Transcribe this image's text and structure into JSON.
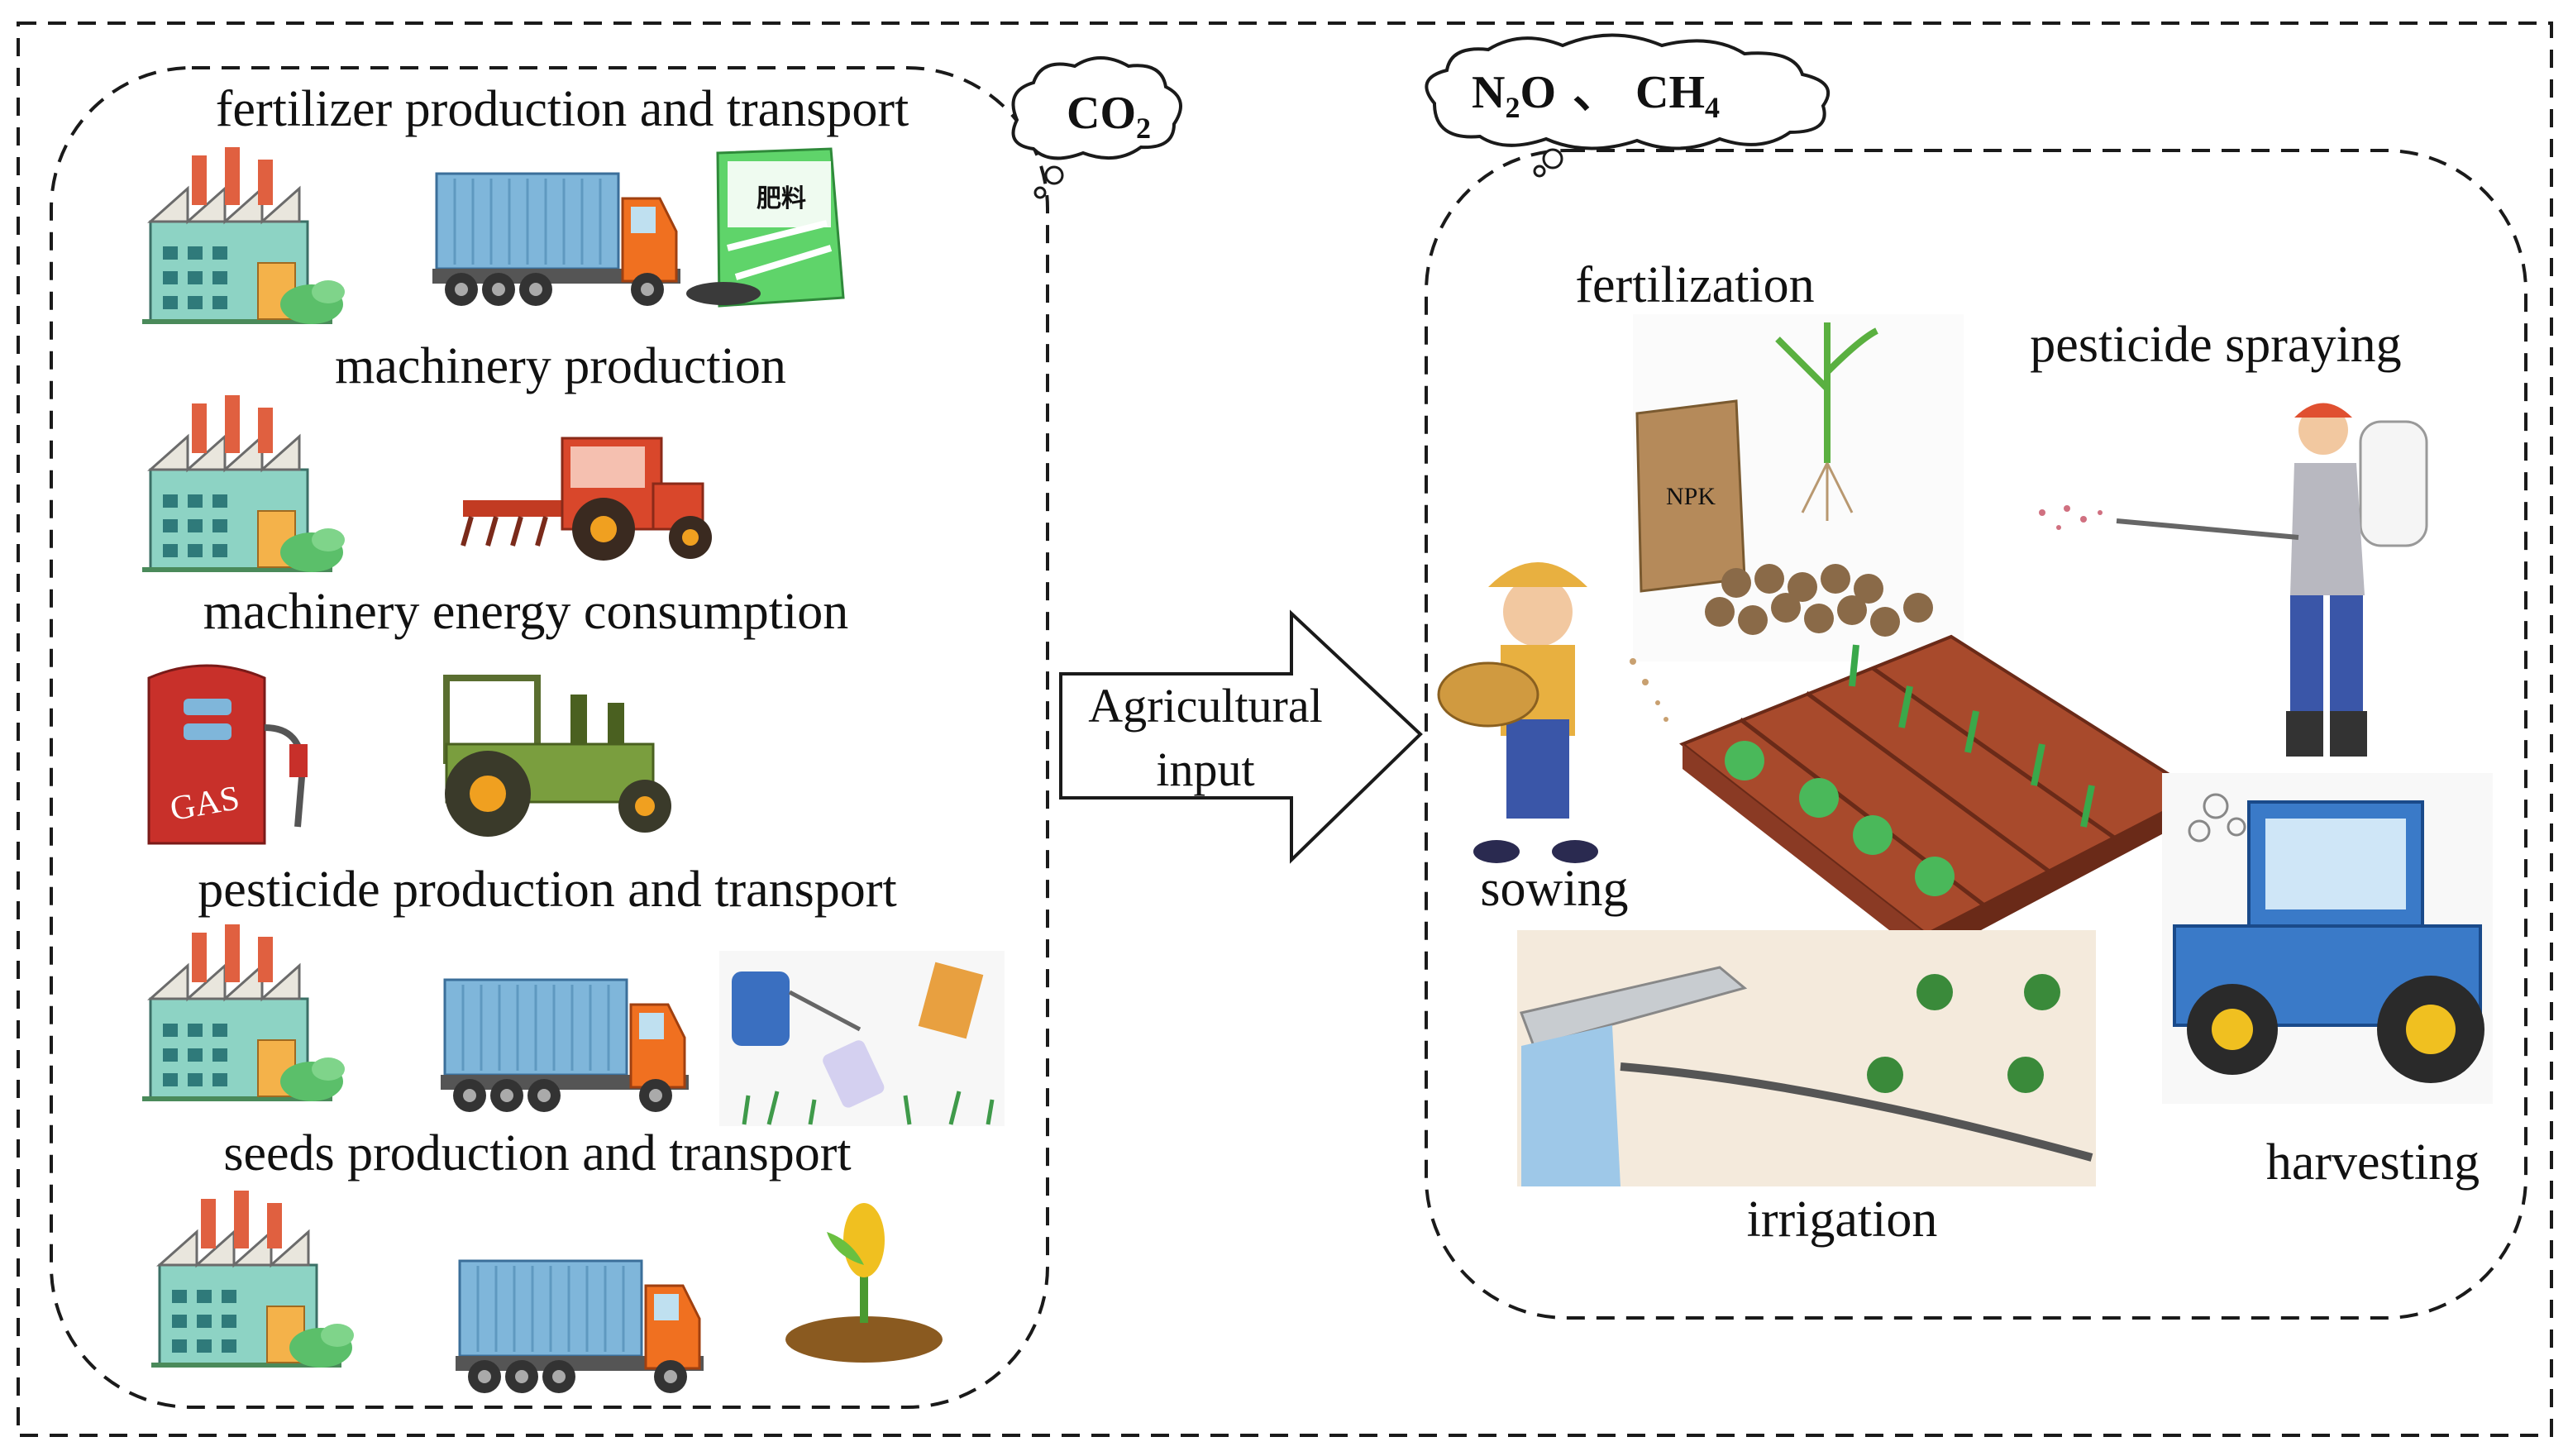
{
  "left_panel": {
    "sections": [
      {
        "id": "fertilizer",
        "label": "fertilizer production and transport",
        "icons": [
          "factory-icon",
          "truck-icon",
          "fertilizer-bag-icon"
        ],
        "bag_text": "肥料"
      },
      {
        "id": "machinery-production",
        "label": "machinery production",
        "icons": [
          "factory-icon",
          "plough-tractor-icon"
        ]
      },
      {
        "id": "machinery-energy",
        "label": "machinery energy consumption",
        "icons": [
          "gas-pump-icon",
          "tractor-icon"
        ],
        "pump_text": "GAS"
      },
      {
        "id": "pesticide",
        "label": "pesticide production and transport",
        "icons": [
          "factory-icon",
          "truck-icon",
          "pesticide-icon"
        ]
      },
      {
        "id": "seeds",
        "label": "seeds production and transport",
        "icons": [
          "factory-icon",
          "truck-icon",
          "seedling-icon"
        ]
      }
    ]
  },
  "emissions": {
    "co2": {
      "base": "CO",
      "sub": "2"
    },
    "n2o": {
      "base": "N",
      "sub": "2",
      "tail": "O"
    },
    "separator": "、",
    "ch4": {
      "base": "CH",
      "sub": "4"
    }
  },
  "arrow": {
    "line1": "Agricultural",
    "line2": "input"
  },
  "right_panel": {
    "activities": {
      "fertilization": "fertilization",
      "pesticide_spraying": "pesticide spraying",
      "sowing": "sowing",
      "irrigation": "irrigation",
      "harvesting": "harvesting"
    },
    "npk_text": "NPK"
  },
  "colors": {
    "stroke": "#1a1a1a",
    "factory": "#8dd3c4",
    "truck_box": "#7fb6da",
    "truck_cab": "#f07020",
    "red_tractor": "#d9472b",
    "green_tractor": "#7a9e3e",
    "gas_pump": "#c8302a",
    "soil": "#8b3a24",
    "blue_tractor": "#3a7ac8"
  }
}
